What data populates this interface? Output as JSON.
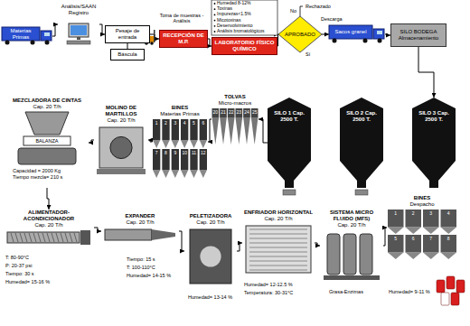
{
  "diagram": {
    "nodes": [
      {
        "text": [
          "Materias Primas"
        ]
      },
      {
        "text": [
          "Análisis/SAAN Registro"
        ]
      },
      {
        "text": [
          "Pesaje de entrada"
        ]
      },
      {
        "text": [
          "Báscula"
        ]
      },
      {
        "text": [
          "RECEPCIÓN DE M.P."
        ]
      },
      {
        "text": [
          "LABORATORIO FÍSICO QUÍMICO"
        ]
      },
      {
        "text": [
          "APROBADO"
        ]
      },
      {
        "text": [
          "Sacos granel"
        ]
      },
      {
        "text": [
          "SILO BODEGA",
          "Almacenamiento"
        ]
      },
      {
        "text": [
          "SILO 1 Cap. 2500 T."
        ]
      },
      {
        "text": [
          "SILO 2 Cap. 2500 T."
        ]
      },
      {
        "text": [
          "SILO 3 Cap. 2500 T."
        ]
      },
      {
        "text": [
          "TOLVAS",
          "Micro-macros"
        ]
      },
      {
        "text": [
          "BINES",
          "Materias Primas"
        ]
      },
      {
        "text": [
          "MOLINO DE MARTILLOS",
          "Cap. 20 T/h"
        ]
      },
      {
        "text": [
          "MEZCLADORA DE CINTAS",
          "Cap. 20 T/h"
        ]
      },
      {
        "text": [
          "ALIMENTADOR-ACONDICIONADOR",
          "Cap. 20 T/h"
        ]
      },
      {
        "text": [
          "EXPANDER",
          "Cap. 20 T/h"
        ]
      },
      {
        "text": [
          "PELETIZADORA",
          "Cap. 20 T/h"
        ]
      },
      {
        "text": [
          "ENFRIADOR HORIZONTAL",
          "Cap. 20 T/h"
        ]
      },
      {
        "text": [
          "SISTEMA MICRO FLUIDO (MFS)",
          "Cap. 20 T/h"
        ]
      },
      {
        "text": [
          "BINES",
          "Despacho"
        ]
      }
    ],
    "edges": [
      {
        "from": 0,
        "to": 1,
        "arrow": "to"
      },
      {
        "from": 1,
        "to": 2,
        "arrow": "to"
      },
      {
        "from": 2,
        "to": 3,
        "arrow": "none"
      },
      {
        "from": 2,
        "to": 4,
        "arrow": "to"
      },
      {
        "from": 4,
        "to": 5,
        "arrow": "to"
      },
      {
        "from": 5,
        "to": 6,
        "arrow": "to"
      },
      {
        "from": 6,
        "to": 7,
        "arrow": "to"
      },
      {
        "from": 7,
        "to": 8,
        "arrow": "to"
      },
      {
        "from": 8,
        "to": 11,
        "arrow": "to"
      },
      {
        "from": 9,
        "to": 12,
        "arrow": "to"
      },
      {
        "from": 12,
        "to": 13,
        "arrow": "to"
      },
      {
        "from": 13,
        "to": 14,
        "arrow": "to"
      },
      {
        "from": 14,
        "to": 15,
        "arrow": "to"
      },
      {
        "from": 15,
        "to": 16,
        "arrow": "to"
      },
      {
        "from": 16,
        "to": 17,
        "arrow": "to"
      },
      {
        "from": 17,
        "to": 18,
        "arrow": "to"
      },
      {
        "from": 18,
        "to": 19,
        "arrow": "to"
      },
      {
        "from": 19,
        "to": 20,
        "arrow": "to"
      },
      {
        "from": 20,
        "to": 21,
        "arrow": "to"
      }
    ],
    "labels": [
      "Toma de muestras - Análisis",
      "Humedad 8-12%",
      "Toxinas",
      "Impurezas<1.5%",
      "Micotoxinas",
      "Desenvolvimiento",
      "Análisis bromatológicos",
      "No",
      "Rechazado",
      "Descarga",
      "Sí",
      "BALANZA",
      "Capacidad = 2000 Kg",
      "Tiempo mezcla= 210 s",
      "20",
      "21",
      "22",
      "23",
      "24",
      "25",
      "1",
      "2",
      "3",
      "4",
      "5",
      "6",
      "7",
      "8",
      "9",
      "10",
      "11",
      "12",
      "T: 80-90°C",
      "P: 20-37 psi",
      "Tiempo: 30 s",
      "Humedad= 15-16 %",
      "Tiempo: 15 s",
      "T: 100-110°C",
      "Humedad= 14-15 %",
      "Humedad= 13-14 %",
      "Humedad= 12-12.5 %",
      "Temperatura: 30-31°C",
      "Grasa-Enzimas",
      "1",
      "2",
      "3",
      "4",
      "5",
      "6",
      "7",
      "8",
      "Humedad= 9-11 %"
    ]
  }
}
